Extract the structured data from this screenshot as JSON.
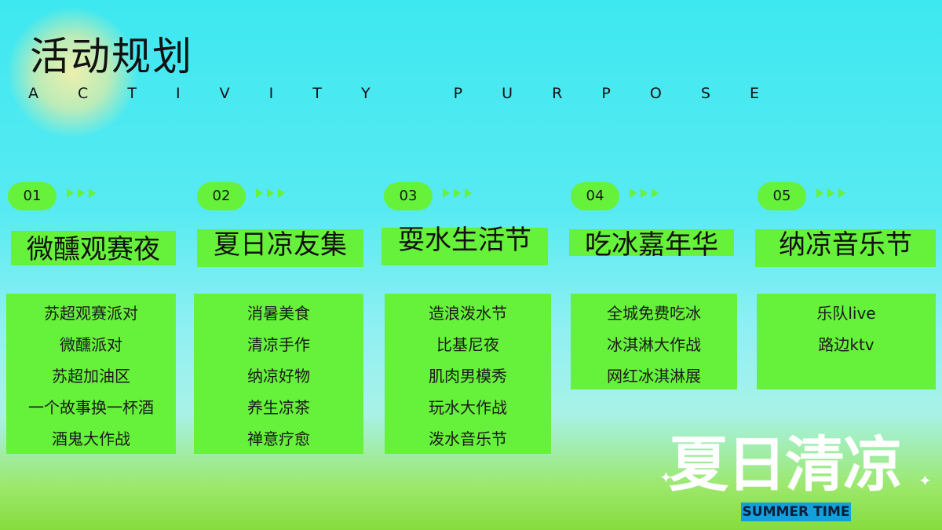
{
  "header": {
    "title": "活动规划",
    "subtitle": "ACTIVITY PURPOSE"
  },
  "colors": {
    "accent_green": "#66f13a",
    "background_cyan": "#3ee8f0",
    "badge_blue": "#11a0dc"
  },
  "activities": [
    {
      "number": "01",
      "name": "微醺观赛夜",
      "items": [
        "苏超观赛派对",
        "微醺派对",
        "苏超加油区",
        "一个故事换一杯酒",
        "酒鬼大作战"
      ]
    },
    {
      "number": "02",
      "name": "夏日凉友集",
      "items": [
        "消暑美食",
        "清凉手作",
        "纳凉好物",
        "养生凉茶",
        "禅意疗愈"
      ]
    },
    {
      "number": "03",
      "name": "耍水生活节",
      "items": [
        "造浪泼水节",
        "比基尼夜",
        "肌肉男模秀",
        "玩水大作战",
        "泼水音乐节"
      ]
    },
    {
      "number": "04",
      "name": "吃冰嘉年华",
      "items": [
        "全城免费吃冰",
        "冰淇淋大作战",
        "网红冰淇淋展"
      ]
    },
    {
      "number": "05",
      "name": "纳凉音乐节",
      "items": [
        "乐队live",
        "路边ktv"
      ]
    }
  ],
  "logo": {
    "main_text": "夏日清凉",
    "badge_text": "SUMMER TIME"
  },
  "icons": [
    "arrow-right-icon",
    "sparkle-icon"
  ]
}
